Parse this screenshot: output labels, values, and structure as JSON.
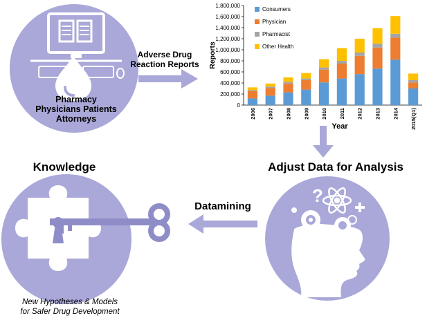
{
  "stage_reports": {
    "label_line1": "Pharmacy",
    "label_line2": "Physicians Patients",
    "label_line3": "Attorneys"
  },
  "arrow_top_label": {
    "line1": "Adverse Drug",
    "line2": "Reaction Reports"
  },
  "stage_adjust": {
    "title": "Adjust Data for Analysis"
  },
  "stage_knowledge": {
    "title": "Knowledge"
  },
  "arrow_datamining_label": "Datamining",
  "footer_caption": {
    "line1": "New Hypotheses & Models",
    "line2": "for Safer Drug Development"
  },
  "colors": {
    "circle": "#a9a8d8",
    "circle_dark": "#8f8dc8",
    "arrow": "#a9a8d8",
    "consumers": "#5b9bd5",
    "physician": "#ed7d31",
    "pharmacist": "#a5a5a5",
    "other_health": "#ffc000"
  },
  "chart_data": {
    "type": "bar",
    "stacked": true,
    "xlabel": "Year",
    "ylabel": "Reports",
    "ylim": [
      0,
      1800000
    ],
    "yticks": [
      "0",
      "200,000",
      "400,000",
      "600,000",
      "800,000",
      "1,000,000",
      "1,200,000",
      "1,400,000",
      "1,600,000",
      "1,800,000"
    ],
    "categories": [
      "2006",
      "2007",
      "2008",
      "2009",
      "2010",
      "2011",
      "2012",
      "2013",
      "2014",
      "2015(Q1)"
    ],
    "series": [
      {
        "name": "Consumers",
        "values": [
          120000,
          170000,
          230000,
          280000,
          410000,
          480000,
          560000,
          660000,
          820000,
          300000
        ]
      },
      {
        "name": "Physician",
        "values": [
          130000,
          140000,
          160000,
          170000,
          230000,
          270000,
          330000,
          380000,
          400000,
          110000
        ]
      },
      {
        "name": "Pharmacist",
        "values": [
          20000,
          25000,
          30000,
          30000,
          40000,
          50000,
          60000,
          70000,
          70000,
          40000
        ]
      },
      {
        "name": "Other Health",
        "values": [
          50000,
          55000,
          80000,
          100000,
          150000,
          230000,
          250000,
          280000,
          320000,
          120000
        ]
      }
    ],
    "legend_position": "top-left",
    "grid": false
  }
}
